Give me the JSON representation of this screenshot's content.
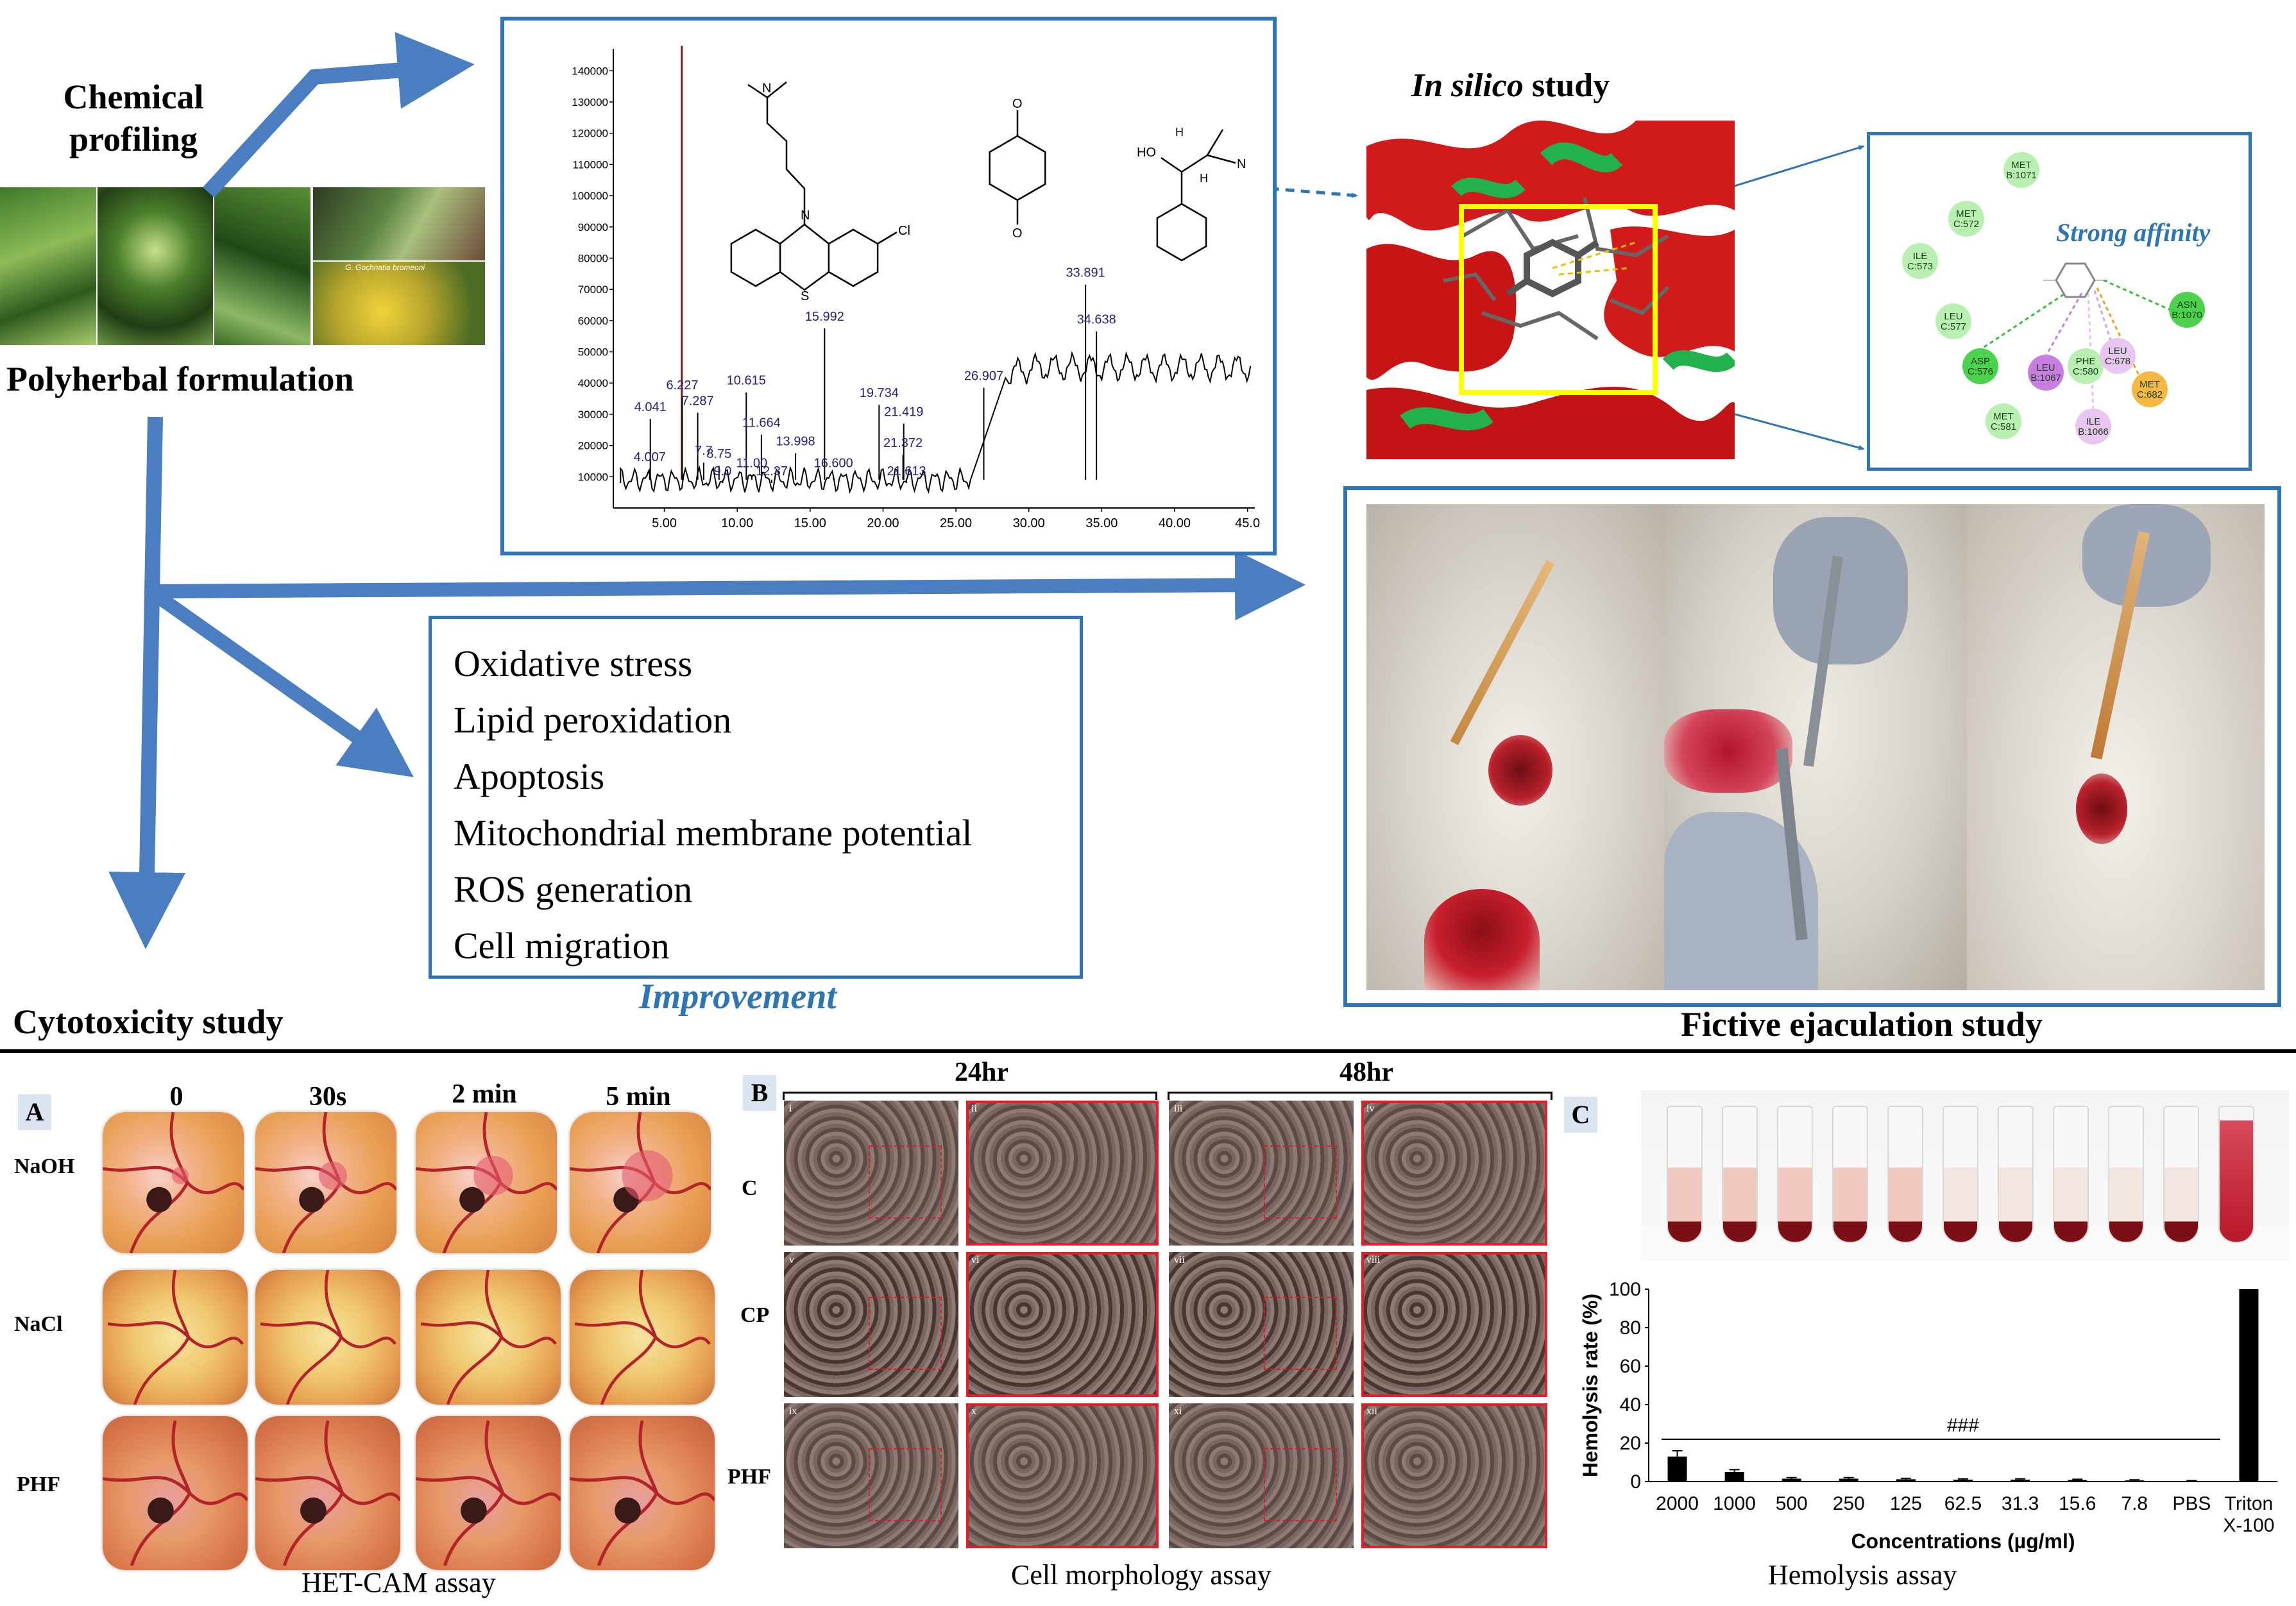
{
  "top": {
    "chemical_profiling": [
      "Chemical",
      "profiling"
    ],
    "polyherbal_formulation": "Polyherbal formulation",
    "plant_photo_caption": "G. Gochnatia bromeoni",
    "in_silico_label_italic": "In silico",
    "in_silico_label_rest": " study",
    "strong_affinity": "Strong affinity",
    "fictive_ejaculation": "Fictive ejaculation study",
    "cytotoxicity": "Cytotoxicity study",
    "improvement": "Improvement",
    "improvement_items": [
      "Oxidative stress",
      "Lipid peroxidation",
      "Apoptosis",
      "Mitochondrial membrane potential",
      "ROS generation",
      "Cell migration"
    ]
  },
  "chromatogram": {
    "y_ticks": [
      "140000",
      "130000",
      "120000",
      "110000",
      "100000",
      "90000",
      "80000",
      "70000",
      "60000",
      "50000",
      "40000",
      "30000",
      "20000",
      "10000"
    ],
    "x_ticks": [
      "5.00",
      "10.00",
      "15.00",
      "20.00",
      "25.00",
      "30.00",
      "35.00",
      "40.00",
      "45.0"
    ],
    "peak_labels": [
      {
        "text": "4.041",
        "rt": 4.04,
        "y": 31000
      },
      {
        "text": "4.007",
        "rt": 4.0,
        "y": 15000
      },
      {
        "text": "6.227",
        "rt": 6.23,
        "y": 38000
      },
      {
        "text": "7.287",
        "rt": 7.29,
        "y": 33000
      },
      {
        "text": "7.7",
        "rt": 7.7,
        "y": 17000
      },
      {
        "text": "8.75",
        "rt": 8.75,
        "y": 16000
      },
      {
        "text": "10.615",
        "rt": 10.62,
        "y": 39500
      },
      {
        "text": "11.664",
        "rt": 11.66,
        "y": 26000
      },
      {
        "text": "11.00",
        "rt": 11.0,
        "y": 13000
      },
      {
        "text": "9.0",
        "rt": 9.0,
        "y": 10500
      },
      {
        "text": "12.37",
        "rt": 12.37,
        "y": 10500
      },
      {
        "text": "13.998",
        "rt": 14.0,
        "y": 20000
      },
      {
        "text": "15.992",
        "rt": 15.99,
        "y": 60000
      },
      {
        "text": "16.600",
        "rt": 16.6,
        "y": 13000
      },
      {
        "text": "19.734",
        "rt": 19.73,
        "y": 35500
      },
      {
        "text": "21.419",
        "rt": 21.42,
        "y": 29500
      },
      {
        "text": "21.372",
        "rt": 21.37,
        "y": 19500
      },
      {
        "text": "21.613",
        "rt": 21.61,
        "y": 10500
      },
      {
        "text": "26.907",
        "rt": 26.91,
        "y": 41000
      },
      {
        "text": "33.891",
        "rt": 33.89,
        "y": 74000
      },
      {
        "text": "34.638",
        "rt": 34.64,
        "y": 59000
      }
    ],
    "struct_labels": {
      "n": "N",
      "cl": "Cl",
      "s": "S",
      "o": "O",
      "oh": "HO",
      "h": "H",
      "nh": "N"
    }
  },
  "docking_residues": [
    {
      "text": "MET\nB:1071",
      "color": "#b7f0b1"
    },
    {
      "text": "MET\nC:572",
      "color": "#b7f0b1"
    },
    {
      "text": "ILE\nC:573",
      "color": "#b7f0b1"
    },
    {
      "text": "LEU\nC:577",
      "color": "#b7f0b1"
    },
    {
      "text": "ASP\nC:576",
      "color": "#4cd24c"
    },
    {
      "text": "LEU\nB:1067",
      "color": "#c77ee0"
    },
    {
      "text": "PHE\nC:580",
      "color": "#b7f0b1"
    },
    {
      "text": "LEU\nC:678",
      "color": "#e9c6f0"
    },
    {
      "text": "ASN\nB:1070",
      "color": "#4cd24c"
    },
    {
      "text": "MET\nC:682",
      "color": "#f5b942"
    },
    {
      "text": "MET\nC:581",
      "color": "#b7f0b1"
    },
    {
      "text": "ILE\nB:1066",
      "color": "#e9c6f0"
    }
  ],
  "bottom": {
    "panel_a": {
      "letter": "A",
      "columns": [
        "0",
        "30s",
        "2 min",
        "5 min"
      ],
      "rows": [
        "NaOH",
        "NaCl",
        "PHF"
      ],
      "caption": "HET-CAM assay"
    },
    "panel_b": {
      "letter": "B",
      "time_headers": [
        "24hr",
        "48hr"
      ],
      "rows": [
        "C",
        "CP",
        "PHF"
      ],
      "cells": [
        "i",
        "ii",
        "iii",
        "iv",
        "v",
        "vi",
        "vii",
        "viii",
        "ix",
        "x",
        "xi",
        "xii"
      ],
      "caption": "Cell morphology assay"
    },
    "panel_c": {
      "letter": "C",
      "caption": "Hemolysis assay",
      "annotation": "###"
    }
  },
  "chart_data": {
    "type": "bar",
    "categories": [
      "2000",
      "1000",
      "500",
      "250",
      "125",
      "62.5",
      "31.3",
      "15.6",
      "7.8",
      "PBS",
      "Triton\nX-100"
    ],
    "values": [
      13,
      5,
      1.5,
      1.5,
      1.2,
      1.0,
      1.0,
      0.8,
      0.6,
      0.3,
      100
    ],
    "errors": [
      3,
      1.2,
      0.6,
      0.6,
      0.5,
      0.4,
      0.4,
      0.4,
      0.3,
      0.2,
      0
    ],
    "ylabel": "Hemolysis rate (%)",
    "xlabel": "Concentrations (µg/ml)",
    "yticks": [
      0,
      20,
      40,
      60,
      80,
      100
    ],
    "ylim": [
      0,
      100
    ],
    "color": "#000000"
  },
  "colors": {
    "accent_blue": "#2e75b6",
    "highlight_yellow": "#ffff00",
    "protein_red": "#d11a1a"
  }
}
